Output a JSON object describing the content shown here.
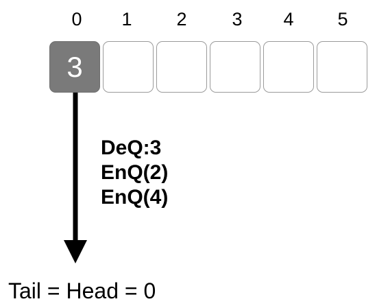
{
  "queue": {
    "indices": [
      "0",
      "1",
      "2",
      "3",
      "4",
      "5"
    ],
    "cells": [
      "3",
      "",
      "",
      "",
      "",
      ""
    ],
    "filled_color": "#7a7a7a"
  },
  "operations": [
    "DeQ:3",
    "EnQ(2)",
    "EnQ(4)"
  ],
  "status": "Tail = Head = 0"
}
